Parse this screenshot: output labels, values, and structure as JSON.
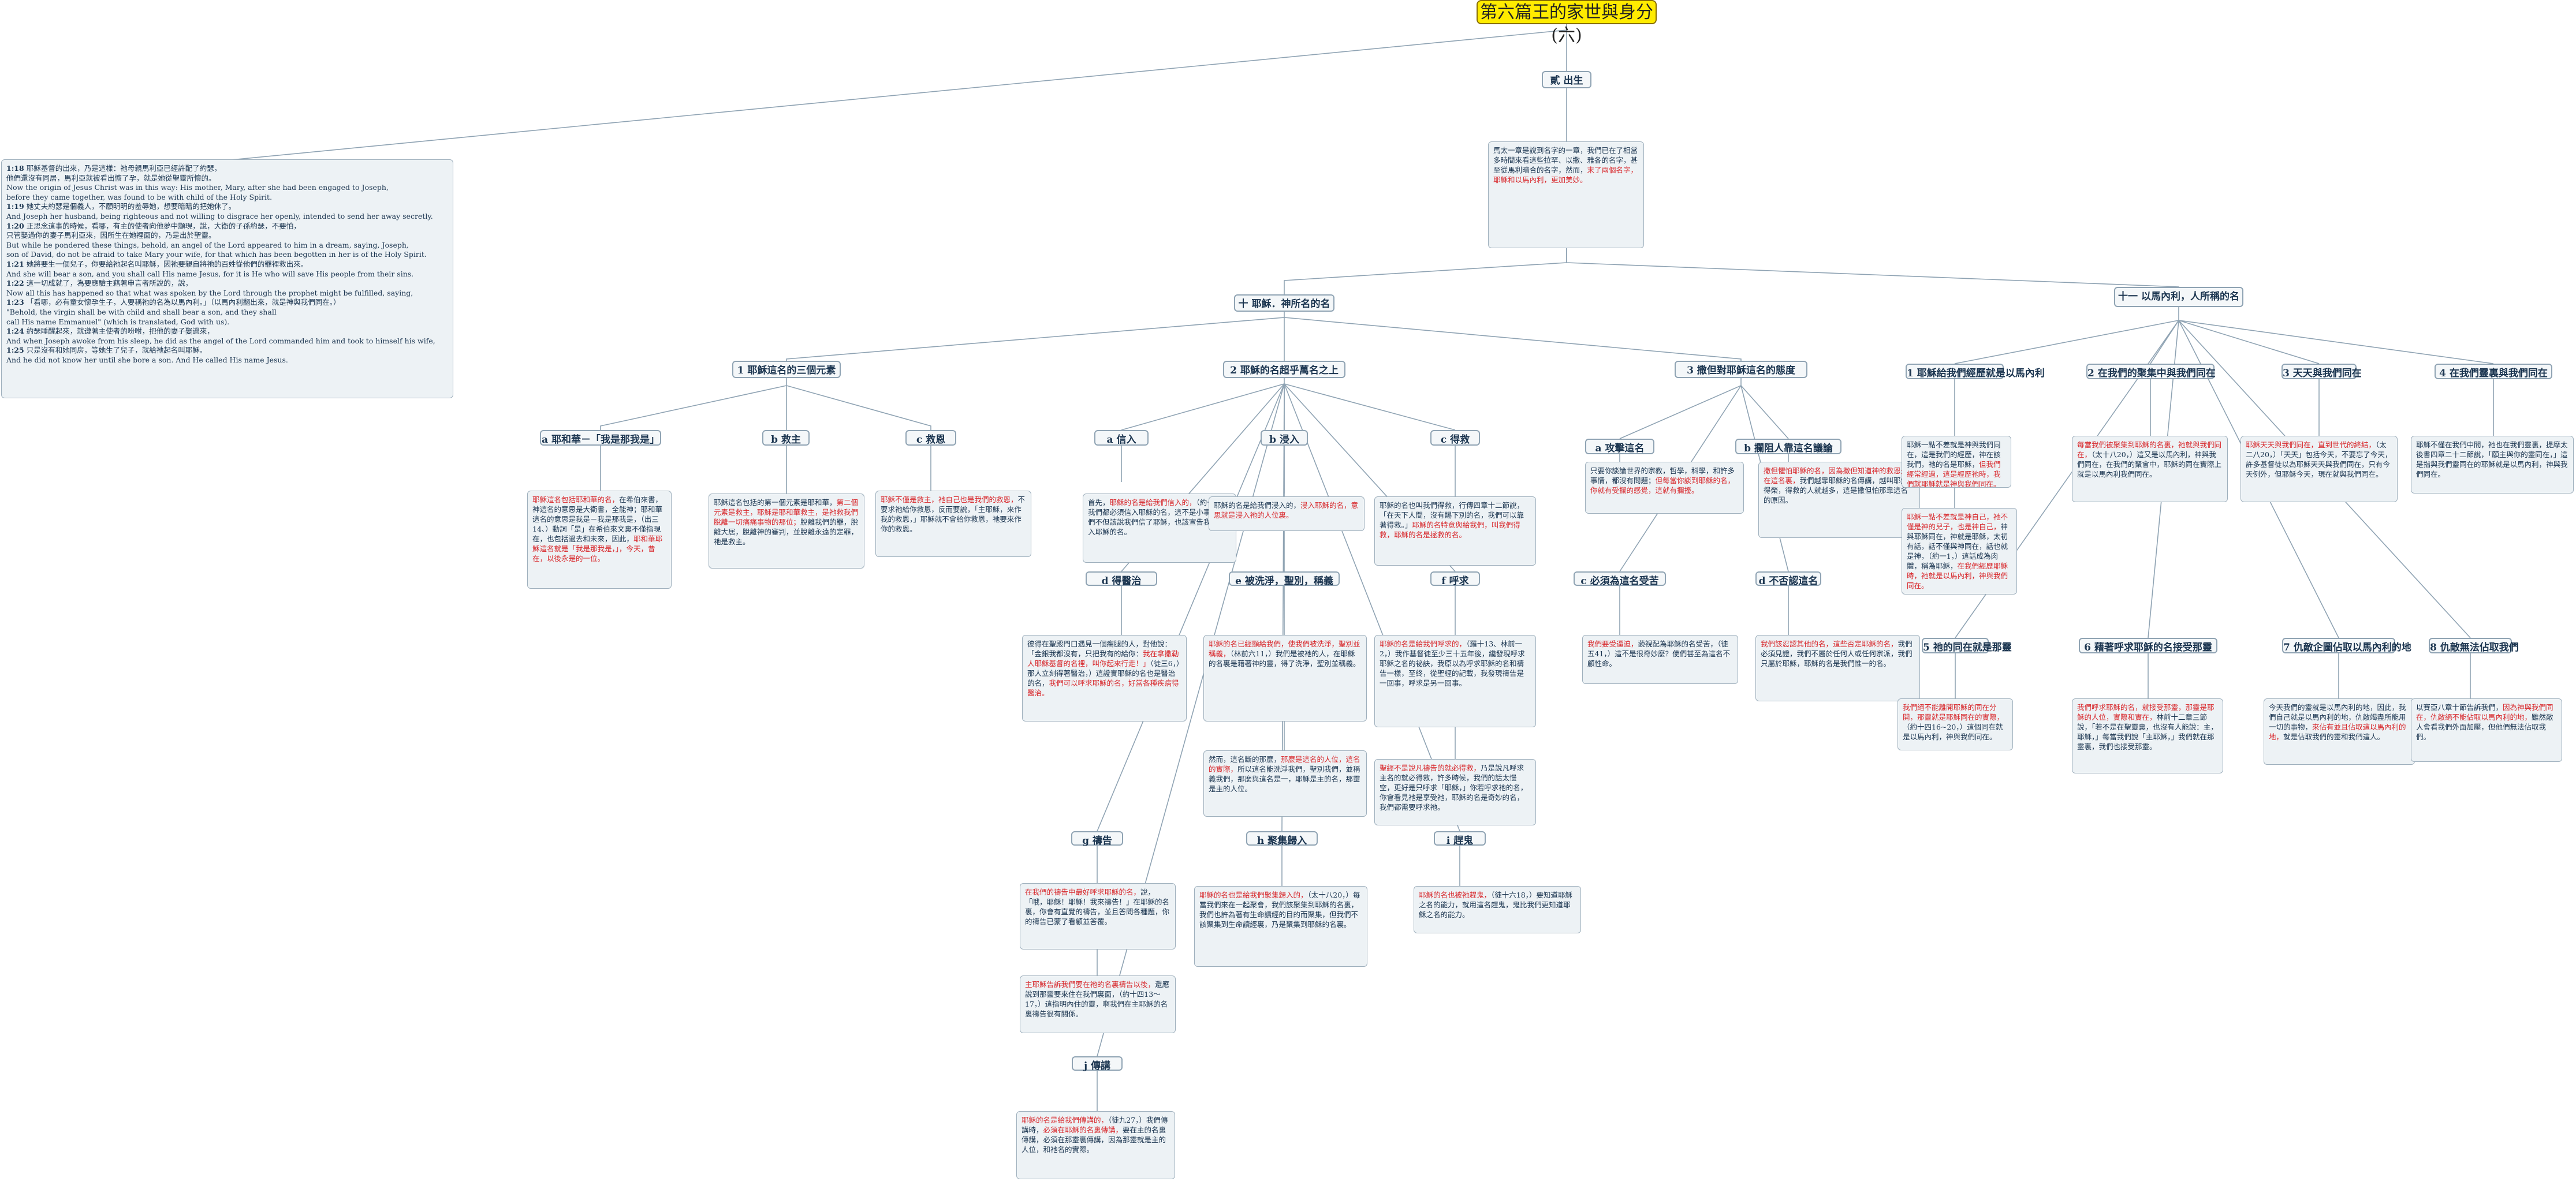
{
  "root": {
    "title": "第六篇王的家世與身分(六)"
  },
  "birth": {
    "title": "貳 出生"
  },
  "birth_note": {
    "segments": [
      {
        "text": "馬太一章是說到名字的一章，我們已在了相當多時間來看這些拉罕、以撒、雅各的名字，甚至從馬利暗合的名字，然而，",
        "red": false
      },
      {
        "text": "末了兩個名字，耶穌和以馬內利，更加美妙。",
        "red": true
      }
    ]
  },
  "scripture": {
    "lines": [
      {
        "ref": "1:18",
        "text": " 耶穌基督的出來，乃是這樣：祂母親馬利亞已經許配了約瑟，"
      },
      {
        "ref": "",
        "text": "他們還沒有同居，馬利亞就被看出懷了孕，就是她從聖靈所懷的。"
      },
      {
        "ref": "",
        "text": "Now the origin of Jesus Christ was in this way: His mother, Mary, after she had been engaged to Joseph,"
      },
      {
        "ref": "",
        "text": "before they came together, was found to be with child of the Holy Spirit."
      },
      {
        "ref": "1:19",
        "text": " 她丈夫約瑟是個義人，不願明明的羞辱她，想要暗暗的把她休了。"
      },
      {
        "ref": "",
        "text": "And Joseph her husband, being righteous and not willing to disgrace her openly, intended to send her away secretly."
      },
      {
        "ref": "1:20",
        "text": " 正思念這事的時候，看哪，有主的使者向他夢中顯現，說，大衛的子孫約瑟，不要怕，"
      },
      {
        "ref": "",
        "text": "只管娶過你的妻子馬利亞來，因所生在她裡面的，乃是出於聖靈。"
      },
      {
        "ref": "",
        "text": "But while he pondered these things, behold, an angel of the Lord appeared to him in a dream, saying, Joseph,"
      },
      {
        "ref": "",
        "text": "son of David, do not be afraid to take Mary your wife, for that which has been begotten in her is of the Holy Spirit."
      },
      {
        "ref": "1:21",
        "text": " 她將要生一個兒子，你要給祂起名叫耶穌，因祂要親自將祂的百姓從他們的罪裡救出來。"
      },
      {
        "ref": "",
        "text": "And she will bear a son, and you shall call His name Jesus, for it is He who will save His people from their sins."
      },
      {
        "ref": "1:22",
        "text": " 這一切成就了，為要應驗主藉著申言者所說的，說，"
      },
      {
        "ref": "",
        "text": "Now all this has happened so that what was spoken by the Lord through the prophet might be fulfilled, saying,"
      },
      {
        "ref": "1:23",
        "text": " 「看哪，必有童女懷孕生子，人要稱祂的名為以馬內利。」（以馬內利翻出來，就是神與我們同在。）"
      },
      {
        "ref": "",
        "text": "\"Behold, the virgin shall be with child and shall bear a son, and they shall"
      },
      {
        "ref": "",
        "text": "call His name Emmanuel\" (which is translated, God with us)."
      },
      {
        "ref": "1:24",
        "text": " 約瑟睡醒起來，就遵著主使者的吩咐，把他的妻子娶過來，"
      },
      {
        "ref": "",
        "text": "And when Joseph awoke from his sleep, he did as the angel of the Lord commanded him and took to himself his wife,"
      },
      {
        "ref": "1:25",
        "text": " 只是沒有和她同房，等她生了兒子，就給祂起名叫耶穌。"
      },
      {
        "ref": "",
        "text": "And he did not know her until she bore a son. And He called His name Jesus."
      }
    ]
  },
  "jesus": {
    "title": "十 耶穌．神所名的名"
  },
  "emmanuel": {
    "title": "十一 以馬內利，人所稱的名"
  },
  "t1": {
    "title": "1 耶穌這名的三個元素"
  },
  "t2": {
    "title": "2 耶穌的名超乎萬名之上"
  },
  "t3": {
    "title": "3 撒但對耶穌這名的態度"
  },
  "ta": {
    "title": "a 耶和華－「我是那我是」"
  },
  "tb": {
    "title": "b 救主"
  },
  "tc": {
    "title": "c 救恩"
  },
  "na": {
    "segments": [
      {
        "text": "耶穌這名包括耶和華的名，",
        "red": true
      },
      {
        "text": "在希伯來書，神這名的意思是大衛書，全能神；耶和華這名的意思是我是－我是那我是，（出三14、）動詞「是」在希伯來文裏不僅指現在，也包括過去和未來，因此，",
        "red": false
      },
      {
        "text": "耶和華耶穌這名就是「我是那我是，」，今天，昔在，以後永是的一位。",
        "red": true
      }
    ]
  },
  "nb": {
    "segments": [
      {
        "text": "耶穌這名包括的第一個元素是耶和華，",
        "red": false
      },
      {
        "text": "第二個元素是救主，耶穌是耶和華救主，是祂救我們脫離一切痛痛事物的那位；",
        "red": true
      },
      {
        "text": "脫離我們的罪，脫離大居，脫離神的審判，並脫離永遠的定罪，祂是救主。",
        "red": false
      }
    ]
  },
  "nc": {
    "segments": [
      {
        "text": "耶穌不僅是救主，祂自己也是我們的救恩，",
        "red": true
      },
      {
        "text": "不要求祂給你救恩，反而要說，「主耶穌，來作我的救恩，」耶穌就不會給你救恩，祂要來作你的救恩。",
        "red": false
      }
    ]
  },
  "t2a": {
    "title": "a 信入"
  },
  "t2b": {
    "title": "b 浸入"
  },
  "t2c": {
    "title": "c 得救"
  },
  "n2a": {
    "segments": [
      {
        "text": "首先，",
        "red": false
      },
      {
        "text": "耶穌的名是給我們信入的，",
        "red": true
      },
      {
        "text": "（約一12，）我們都必須信入耶穌的名，這不是小事，我們不但該說我們信了耶穌，也該宣告我們信入耶穌的名。",
        "red": false
      }
    ]
  },
  "n2b": {
    "segments": [
      {
        "text": "耶穌的名是給我們浸入的，",
        "red": false
      },
      {
        "text": "浸入耶穌的名，意思就是浸入祂的人位裏。",
        "red": true
      }
    ]
  },
  "n2c": {
    "segments": [
      {
        "text": "耶穌的名也叫我們得救，行傳四章十二節說，「在天下人間，沒有賜下別的名，我們可以靠著得救。」",
        "red": false
      },
      {
        "text": "耶穌的名特意與給我們，叫我們得救，耶穌的名是拯救的名。",
        "red": true
      }
    ]
  },
  "t2d": {
    "title": "d 得醫治"
  },
  "n2d": {
    "segments": [
      {
        "text": "彼得在聖殿門口遇見一個瘸腿的人，對他說：「金銀我都沒有，只把我有的給你：",
        "red": false
      },
      {
        "text": "我在拿撒勒人耶穌基督的名裡，叫你起來行走！」",
        "red": true
      },
      {
        "text": "（徒三6，）那人立刻得著醫治，）這證實耶穌的名也是醫治的名，",
        "red": false
      },
      {
        "text": "我們可以呼求耶穌的名，好當各種疾病得醫治。",
        "red": true
      }
    ]
  },
  "t2e": {
    "title": "e 被洗淨，聖別，稱義"
  },
  "n2e": {
    "segments": [
      {
        "text": "耶穌的名已經顯給我們，使我們被洗淨，聖別並稱義，",
        "red": true
      },
      {
        "text": "（林前六11，）我們是被祂的人，在耶穌的名裏是藉著神的靈，得了洗淨，聖別並稱義。",
        "red": false
      }
    ]
  },
  "n2e2": {
    "segments": [
      {
        "text": "然而，這名斷的那麼，",
        "red": false
      },
      {
        "text": "那麼是這名的人位，這名的實際，",
        "red": true
      },
      {
        "text": "所以這名能洗淨我們，聖別我們，並稱義我們，那麼與這名是一，耶穌是主的名，那靈是主的人位。",
        "red": false
      }
    ]
  },
  "t2f": {
    "title": "f 呼求"
  },
  "n2f": {
    "segments": [
      {
        "text": "耶穌的名是給我們呼求的，",
        "red": true
      },
      {
        "text": "（羅十13、林前一2，）我作基督徒至少三十五年後，纔發現呼求耶穌之名的祕訣，我原以為呼求耶穌的名和禱告一樣，至終，從聖經的記載，我發現禱告是一回事，呼求是另一回事。",
        "red": false
      }
    ]
  },
  "n2f2": {
    "segments": [
      {
        "text": "聖經不是說凡禱告的就必得救，",
        "red": true
      },
      {
        "text": "乃是說凡呼求主名的就必得救，許多時候，我們的話太慢空，更好是只呼求「耶穌，」你若呼求祂的名，你會看見祂是享受祂，耶穌的名是奇妙的名，我們都需要呼求祂。",
        "red": false
      }
    ]
  },
  "t2g": {
    "title": "g 禱告"
  },
  "n2g": {
    "segments": [
      {
        "text": "在我們的禱告中最好呼求耶穌的名，",
        "red": true
      },
      {
        "text": "說，「哦，耶穌！耶穌！我來禱告！」在耶穌的名裏，你會有直覺的禱告，並且答問各種題，你的禱告已蒙了看顧並答覆。",
        "red": false
      }
    ]
  },
  "n2g2": {
    "segments": [
      {
        "text": "主耶穌告訴我們要在祂的名裏禱告以後，",
        "red": true
      },
      {
        "text": "還應說到那靈要來住在我們裏面，（約十四13～17，）這指明內住的靈，啊我們在主耶穌的名裏禱告很有關係。",
        "red": false
      }
    ]
  },
  "t2h": {
    "title": "h 聚集歸入"
  },
  "n2h": {
    "segments": [
      {
        "text": "耶穌的名也是給我們聚集歸入的，",
        "red": true
      },
      {
        "text": "（太十八20，）每當我們來在一起聚會，我們該聚集到耶穌的名裏，我們也許為著有生命讀經的目的而聚集，但我們不該聚集到生命讀經裏，乃是聚集到耶穌的名裏。",
        "red": false
      }
    ]
  },
  "t2i": {
    "title": "i 趕鬼"
  },
  "n2i": {
    "segments": [
      {
        "text": "耶穌的名也被祂趕鬼，",
        "red": true
      },
      {
        "text": "（徒十六18，）要知道耶穌之名的能力，就用這名趕鬼，鬼比我們更知道耶穌之名的能力。",
        "red": false
      }
    ]
  },
  "t2j": {
    "title": "j 傳講"
  },
  "n2j": {
    "segments": [
      {
        "text": "耶穌的名是給我們傳講的，",
        "red": true
      },
      {
        "text": "（徒九27，）我們傳講時，",
        "red": false
      },
      {
        "text": "必須在耶穌的名裏傳講，",
        "red": true
      },
      {
        "text": "要在主的名裏傳講，必須在那靈裏傳講，因為那靈就是主的人位，和祂名的實際。",
        "red": false
      }
    ]
  },
  "t3a": {
    "title": "a 攻擊這名"
  },
  "t3b": {
    "title": "b 攔阻人靠這名議論"
  },
  "n3a": {
    "segments": [
      {
        "text": "只要你談論世界的宗教，哲學，科學，和許多事情，都沒有問題；",
        "red": false
      },
      {
        "text": "但每當你談到耶穌的名，你就有受攔的感覺，這就有攔擾。",
        "red": true
      }
    ]
  },
  "n3b": {
    "segments": [
      {
        "text": "撒但懼怕耶穌的名，因為撒但知道神的救恩是在這名裏，",
        "red": true
      },
      {
        "text": "我們越靠耶穌的名傳講，越叫耶穌得榮，得救的人就越多，這是撒但怕那靠這名的原因。",
        "red": false
      }
    ]
  },
  "t3c": {
    "title": "c 必須為這名受苦"
  },
  "n3c": {
    "segments": [
      {
        "text": "我們要受逼迫，",
        "red": true
      },
      {
        "text": "藐視配為耶穌的名受苦，（徒五41，）這不是很奇妙麼？使們甚至為這名不顧性命。",
        "red": false
      }
    ]
  },
  "t3d": {
    "title": "d 不否認這名"
  },
  "n3d": {
    "segments": [
      {
        "text": "我們該忍認其他的名，這些否定耶穌的名，",
        "red": true
      },
      {
        "text": "我們必須見證，我們不屬於任何人或任何宗派，我們只屬於耶穌，耶穌的名是我們惟一的名。",
        "red": false
      }
    ]
  },
  "e1": {
    "title": "1 耶穌給我們經歷就是以馬內利"
  },
  "e2": {
    "title": "2 在我們的聚集中與我們同在"
  },
  "e3": {
    "title": "3 天天與我們同在"
  },
  "e4": {
    "title": "4 在我們靈裏與我們同在"
  },
  "ne1": {
    "segments": [
      {
        "text": "耶穌一點不差就是神與我們同在，這是我們的經歷，神在該我們，祂的名是耶穌，",
        "red": false
      },
      {
        "text": "但我們經常經過，這是經歷祂時，我們就耶穌就是神與我們同在。",
        "red": true
      }
    ]
  },
  "ne1b": {
    "segments": [
      {
        "text": "耶穌一點不差就是神自己，祂不僅是神的兒子，也是神自己，",
        "red": true
      },
      {
        "text": "神與耶穌同在，神就是耶穌，太初有話，話不僅與神同在，話也就是神，（約一1，）這話成為肉體，稱為耶穌，",
        "red": false
      },
      {
        "text": "在我們經歷耶穌時，祂就是以馬內利，神與我們同在。",
        "red": true
      }
    ]
  },
  "ne2": {
    "segments": [
      {
        "text": "每當我們被聚集到耶穌的名裏，祂就與我們同在，",
        "red": true
      },
      {
        "text": "（太十八20，）這又是以馬內利，神與我們同在，在我們的聚會中，耶穌的同在實際上就是以馬內利我們同在。",
        "red": false
      }
    ]
  },
  "ne3": {
    "segments": [
      {
        "text": "耶穌天天與我們同在，直到世代的終結，",
        "red": true
      },
      {
        "text": "（太二八20，）「天天」包括今天，不要忘了今天，許多基督徒以為耶穌天天與我們同在，只有今天例外，但耶穌今天，現在就與我們同在。",
        "red": false
      }
    ]
  },
  "ne4": {
    "segments": [
      {
        "text": "耶穌不僅在我們中間，祂也在我們靈裏，",
        "red": false
      },
      {
        "text": "提摩太後書四章二十二節說，「願主與你的靈同在，」這是指與我們靈同在的耶穌就是以馬內利，神與我們同在。",
        "red": false
      }
    ]
  },
  "e5": {
    "title": "5 祂的同在就是那靈"
  },
  "e6": {
    "title": "6 藉著呼求耶穌的名接受那靈"
  },
  "e7": {
    "title": "7 仇敵企圖佔取以馬內利的地"
  },
  "e8": {
    "title": "8 仇敵無法佔取我們"
  },
  "ne5": {
    "segments": [
      {
        "text": "我們絕不能離開耶穌的同在分開，那靈就是耶穌同在的實際，",
        "red": true
      },
      {
        "text": "（約十四16~20，）這個同在就是以馬內利，神與我們同在。",
        "red": false
      }
    ]
  },
  "ne6": {
    "segments": [
      {
        "text": "我們呼求耶穌的名，就接受那靈，那靈是耶穌的人位，實際和實在，",
        "red": true
      },
      {
        "text": "林前十二章三節說，「若不是在聖靈裏，也沒有人能說：主，耶穌，」每當我們說「主耶穌，」我們就在那靈裏，我們也接受那靈。",
        "red": false
      }
    ]
  },
  "ne7": {
    "segments": [
      {
        "text": "今天我們的靈就是以馬內利的地，因此，我們自己就是以馬內利的地，仇敵竭盡所能用一切的事物，",
        "red": false
      },
      {
        "text": "來佔有並且佔取這以馬內利的地，",
        "red": true
      },
      {
        "text": "就是佔取我們的靈和我們這人。",
        "red": false
      }
    ]
  },
  "ne8": {
    "segments": [
      {
        "text": "以賽亞八章十節告訴我們，",
        "red": false
      },
      {
        "text": "因為神與我們同在，仇敵絕不能佔取以馬內利的地，",
        "red": true
      },
      {
        "text": "雖然敵人會看我們外面加壓，但他們無法佔取我們。",
        "red": false
      }
    ]
  }
}
